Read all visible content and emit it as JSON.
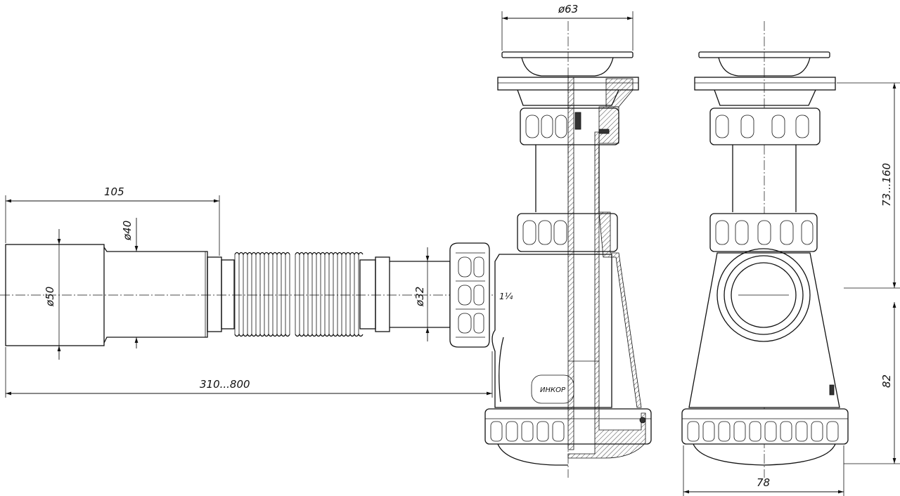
{
  "dimensions": {
    "grate_diameter": "ø63",
    "outlet_length": "105",
    "pipe_diameter_40": "ø40",
    "pipe_diameter_50": "ø50",
    "pipe_diameter_32": "ø32",
    "thread_size": "1¼",
    "hose_length_range": "310...800",
    "height_range": "73...160",
    "bottom_height": "82",
    "width": "78"
  },
  "brand_mark": "ИНКОР"
}
